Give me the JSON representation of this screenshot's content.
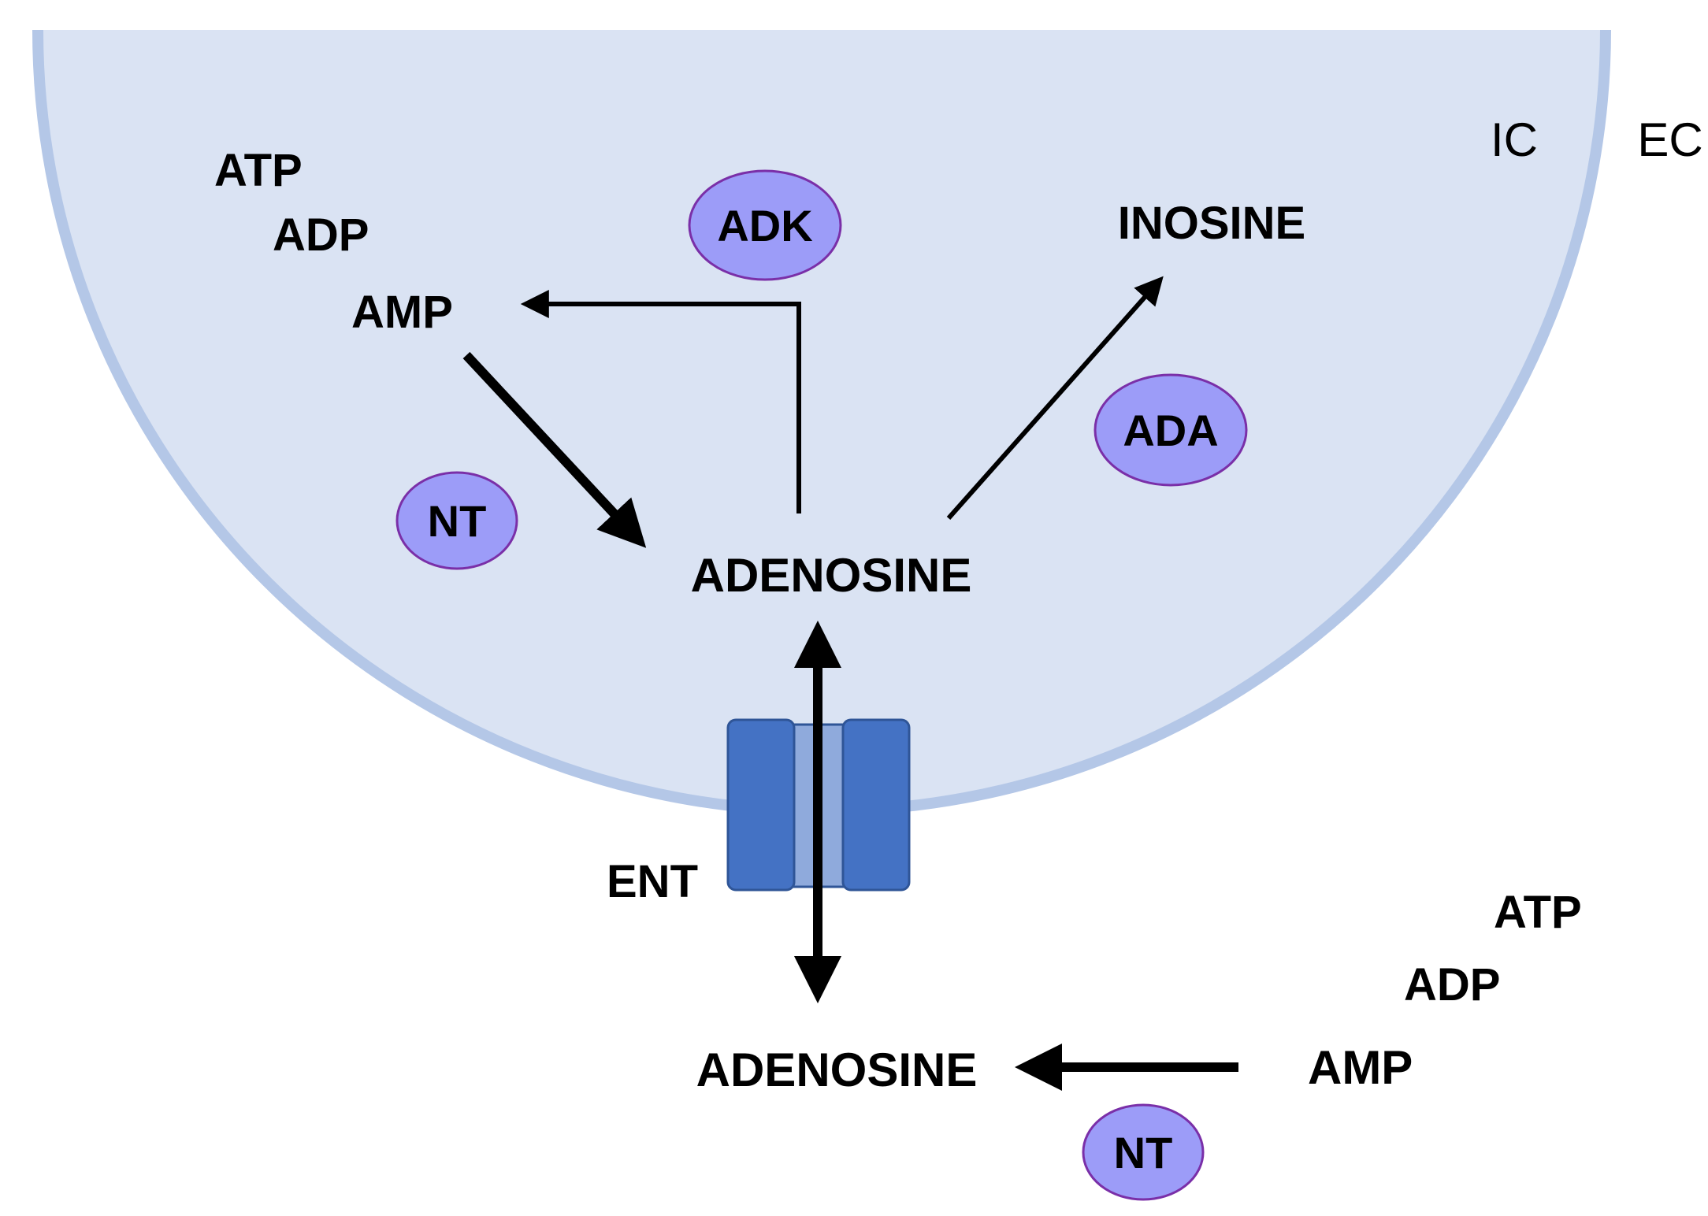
{
  "compartments": {
    "intracellular": "IC",
    "extracellular": "EC"
  },
  "intracellular": {
    "atp": "ATP",
    "adp": "ADP",
    "amp": "AMP",
    "adenosine": "ADENOSINE",
    "inosine": "INOSINE"
  },
  "extracellular": {
    "atp": "ATP",
    "adp": "ADP",
    "amp": "AMP",
    "adenosine": "ADENOSINE"
  },
  "enzymes": {
    "adk": "ADK",
    "ada": "ADA",
    "nt_intracellular": "NT",
    "nt_extracellular": "NT"
  },
  "transporter": {
    "label": "ENT"
  },
  "colors": {
    "cell_fill": "#dae3f3",
    "cell_membrane": "#b4c7e7",
    "enzyme_fill": "#9c9cf8",
    "enzyme_stroke": "#7a2fa8",
    "transporter_dark": "#4472c4",
    "transporter_light": "#8faadc",
    "transporter_stroke": "#2f5597",
    "arrow": "#000000"
  }
}
